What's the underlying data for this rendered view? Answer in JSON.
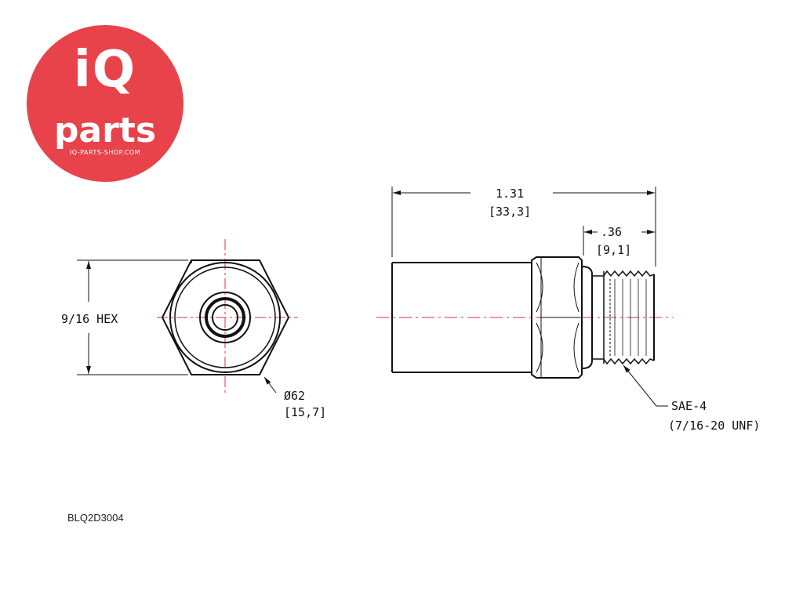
{
  "logo": {
    "brand_top": "iQ",
    "brand_bottom": "parts",
    "url": "IQ-PARTS-SHOP.COM",
    "color": "#e8434b"
  },
  "front_view": {
    "hex_label": "9/16 HEX",
    "diameter_label": "Ø62",
    "diameter_metric": "[15,7]"
  },
  "side_view": {
    "length_label": "1.31",
    "length_metric": "[33,3]",
    "thread_length_label": ".36",
    "thread_length_metric": "[9,1]",
    "thread_label": "SAE-4",
    "thread_spec": "(7/16-20 UNF)"
  },
  "part_code": "BLQ2D3004",
  "colors": {
    "centerline": "#e0323a",
    "line": "#111111"
  }
}
